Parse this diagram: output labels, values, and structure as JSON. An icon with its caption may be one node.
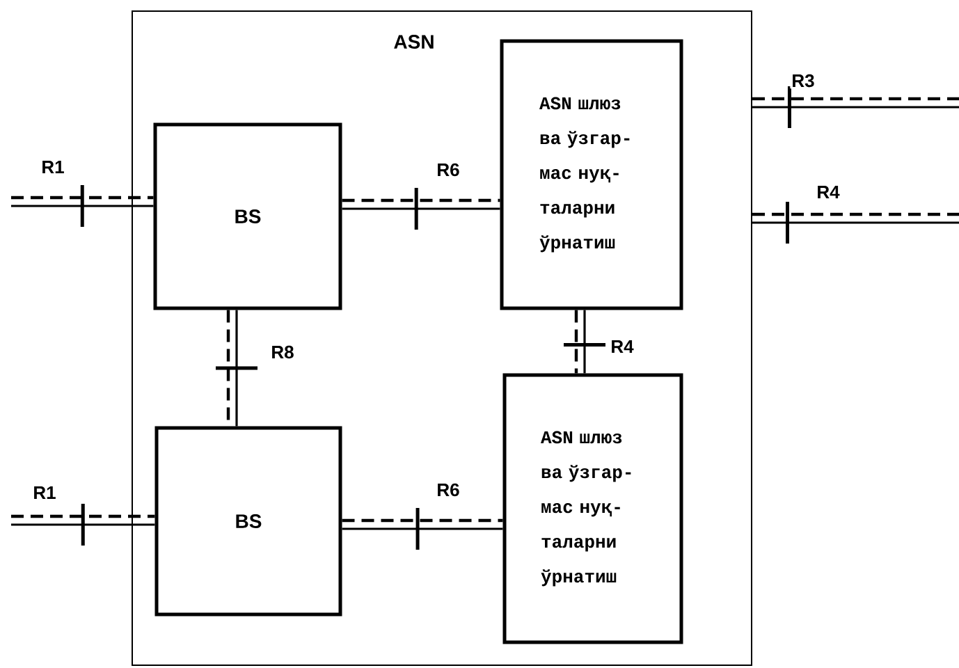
{
  "diagram": {
    "nodes": [
      {
        "text": [
          "ASN"
        ]
      },
      {
        "text": [
          "BS"
        ],
        "in": 0
      },
      {
        "text": [
          "ASN шлюз ва ўзгар- мас нуқ- таларни ўрнатиш"
        ],
        "in": 0
      },
      {
        "text": [
          "BS"
        ],
        "in": 0
      },
      {
        "text": [
          "ASN шлюз ва ўзгар- мас нуқ- таларни ўрнатиш"
        ],
        "in": 0
      }
    ],
    "edges": [
      {
        "from": null,
        "to": 1,
        "arrow": "none",
        "label": "R1"
      },
      {
        "from": 1,
        "to": 2,
        "arrow": "none",
        "label": "R6"
      },
      {
        "from": 1,
        "to": 3,
        "arrow": "none",
        "label": "R8"
      },
      {
        "from": 2,
        "to": 4,
        "arrow": "none",
        "label": "R4"
      },
      {
        "from": null,
        "to": 3,
        "arrow": "none",
        "label": "R1"
      },
      {
        "from": 3,
        "to": 4,
        "arrow": "none",
        "label": "R6"
      },
      {
        "from": 0,
        "to": null,
        "arrow": "none",
        "label": "R3"
      },
      {
        "from": 0,
        "to": null,
        "arrow": "none",
        "label": "R4"
      }
    ]
  }
}
